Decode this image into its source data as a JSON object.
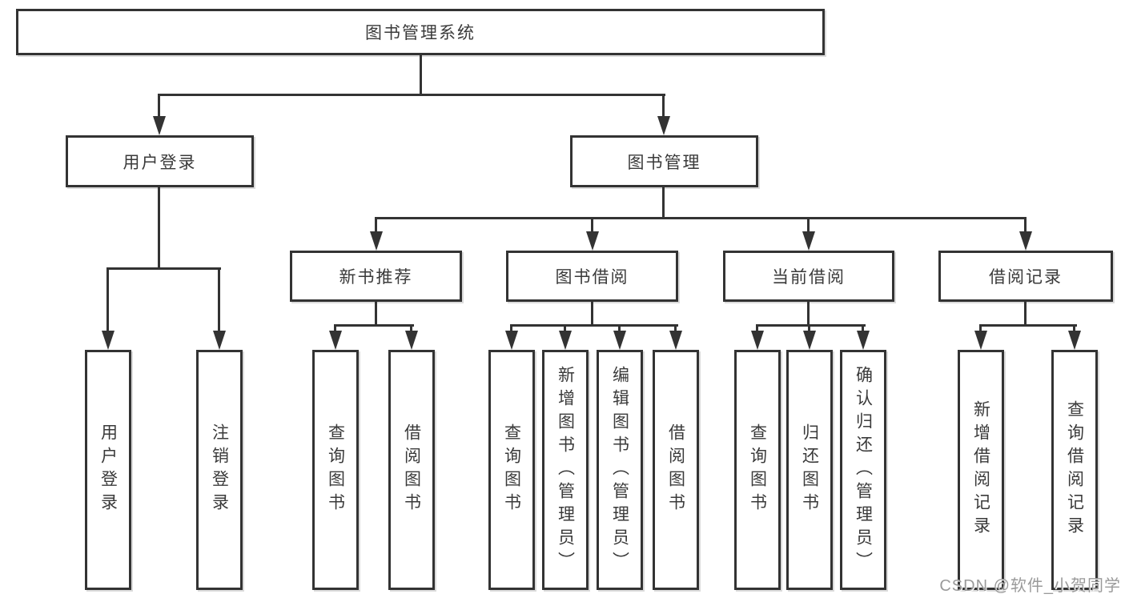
{
  "diagram": {
    "root": "图书管理系统",
    "level2": [
      {
        "label": "用户登录"
      },
      {
        "label": "图书管理"
      }
    ],
    "level3": [
      {
        "label": "新书推荐"
      },
      {
        "label": "图书借阅"
      },
      {
        "label": "当前借阅"
      },
      {
        "label": "借阅记录"
      }
    ],
    "leaves": {
      "login": [
        "用户登录",
        "注销登录"
      ],
      "recommend": [
        "查询图书",
        "借阅图书"
      ],
      "borrow": [
        "查询图书",
        "新增图书（管理员）",
        "编辑图书（管理员）",
        "借阅图书"
      ],
      "current": [
        "查询图书",
        "归还图书",
        "确认归还（管理员）"
      ],
      "records": [
        "新增借阅记录",
        "查询借阅记录"
      ]
    }
  },
  "watermark": {
    "text": "CSDN @软件_小贺同学"
  },
  "colors": {
    "line": "#333333",
    "text": "#3a3a3a",
    "watermark": "#9a9a9a",
    "background": "#ffffff"
  }
}
